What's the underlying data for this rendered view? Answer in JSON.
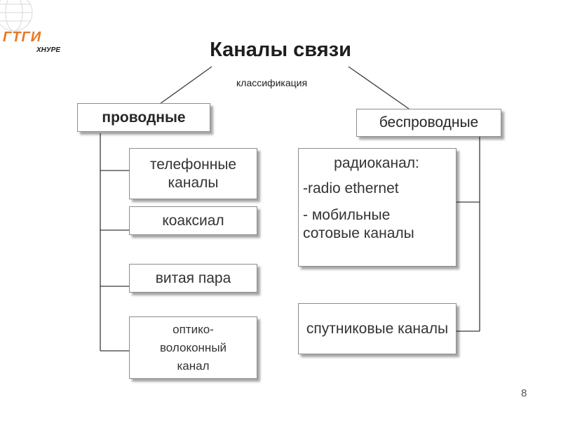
{
  "logo": {
    "mark": "ГТГИ",
    "sub": "ХНУРЕ",
    "brand_color": "#e87722"
  },
  "title": "Каналы связи",
  "subtitle": "классификация",
  "wired": {
    "label": "проводные",
    "items": [
      "телефонные каналы",
      "коаксиал",
      "витая пара",
      "оптико-волоконный канал"
    ]
  },
  "wireless": {
    "label": "беспроводные",
    "radio": {
      "heading": "радиоканал:",
      "lines": [
        "-radio ethernet",
        "- мобильные сотовые каналы"
      ]
    },
    "satellite": "спутниковые каналы"
  },
  "page_number": "8"
}
